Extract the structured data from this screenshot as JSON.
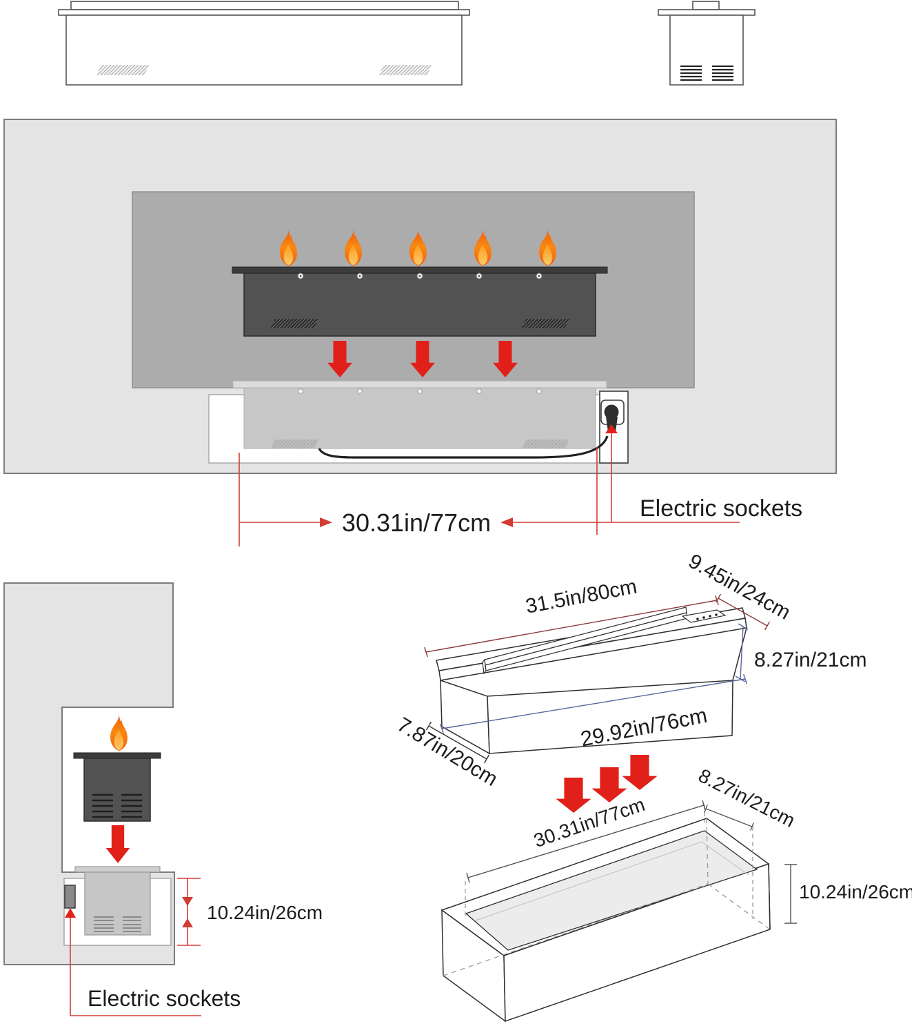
{
  "front_install": {
    "width_label": "30.31in/77cm",
    "sockets_label": "Electric sockets"
  },
  "side_install": {
    "height_label": "10.24in/26cm",
    "sockets_label": "Electric sockets"
  },
  "iso_unit": {
    "top_length": "31.5in/80cm",
    "top_depth": "9.45in/24cm",
    "height": "8.27in/21cm",
    "front_length": "29.92in/76cm",
    "side_depth": "7.87in/20cm"
  },
  "iso_cavity": {
    "width": "30.31in/77cm",
    "depth": "8.27in/21cm",
    "height": "10.24in/26cm"
  },
  "colors": {
    "accent_red": "#e2201a",
    "leader_red": "#d23c34",
    "dim_blue": "#5a64a0",
    "dim_dark_red": "#8b3a3a",
    "wall_gray": "#e4e4e4",
    "recess_gray": "#acacac",
    "unit_dark": "#525252",
    "cavity_gray": "#c7c7c7"
  }
}
